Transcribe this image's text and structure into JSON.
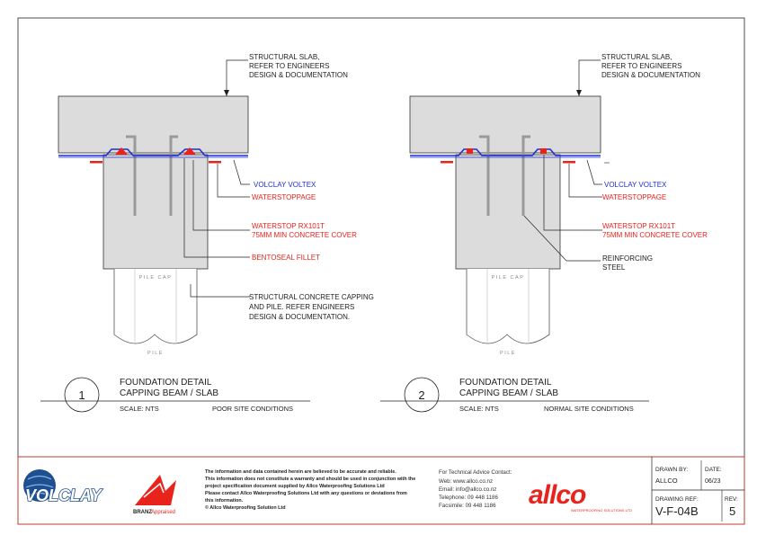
{
  "detail_left": {
    "number": "1",
    "title_line1": "FOUNDATION DETAIL",
    "title_line2": "CAPPING BEAM / SLAB",
    "scale": "SCALE: NTS",
    "condition": "POOR SITE CONDITIONS",
    "labels": {
      "slab_1": "STRUCTURAL SLAB,",
      "slab_2": "REFER TO ENGINEERS",
      "slab_3": "DESIGN & DOCUMENTATION",
      "voltex": "VOLCLAY VOLTEX",
      "waterstoppage": "WATERSTOPPAGE",
      "rx_1": "WATERSTOP RX101T",
      "rx_2": "75MM MIN CONCRETE COVER",
      "bentoseal": "BENTOSEAL FILLET",
      "cap_1": "STRUCTURAL CONCRETE CAPPING",
      "cap_2": "AND PILE. REFER ENGINEERS",
      "cap_3": "DESIGN & DOCUMENTATION.",
      "pile_cap": "PILE CAP",
      "pile": "PILE"
    }
  },
  "detail_right": {
    "number": "2",
    "title_line1": "FOUNDATION DETAIL",
    "title_line2": "CAPPING BEAM / SLAB",
    "scale": "SCALE: NTS",
    "condition": "NORMAL SITE CONDITIONS",
    "labels": {
      "slab_1": "STRUCTURAL SLAB,",
      "slab_2": "REFER TO ENGINEERS",
      "slab_3": "DESIGN & DOCUMENTATION",
      "voltex": "VOLCLAY VOLTEX",
      "waterstoppage": "WATERSTOPPAGE",
      "rx_1": "WATERSTOP RX101T",
      "rx_2": "75MM MIN CONCRETE COVER",
      "reinf_1": "REINFORCING",
      "reinf_2": "STEEL",
      "pile_cap": "PILE CAP",
      "pile": "PILE"
    }
  },
  "title_block": {
    "volclay_logo": "VOLCLAY",
    "branz_1": "BRANZ",
    "branz_2": "Appraised",
    "disclaimer_1": "The information and data contained herein are believed to be accurate and reliable.",
    "disclaimer_2": "This information does not constitute a warranty and should be used in conjunction with the",
    "disclaimer_3": "project specification document supplied by Allco Waterproofing Solutions Ltd",
    "disclaimer_4": "Please contact Allco Waterproofing Solutions Ltd with any questions or deviations from",
    "disclaimer_5": "this information.",
    "disclaimer_6": "© Allco Waterproofing Solution Ltd",
    "contact_heading": "For Technical Advice Contact:",
    "web": "Web: www.allco.co.nz",
    "email": "Email: info@allco.co.nz",
    "telephone": "Telephone: 09 448 1186",
    "facsimile": "Facsimile: 09 448 1186",
    "allco_logo": "allco",
    "allco_tagline": "WATERPROOFING SOLUTIONS LTD",
    "drawn_by_label": "DRAWN BY:",
    "drawn_by": "ALLCO",
    "date_label": "DATE:",
    "date": "06/23",
    "drawing_ref_label": "DRAWING REF:",
    "drawing_ref": "V-F-04B",
    "rev_label": "REV:",
    "rev": "5"
  },
  "colors": {
    "membrane_blue": "#1f2fd0",
    "annotation_red": "#e8231c",
    "concrete_grey": "#dcdcdc",
    "border_red": "#c0392b"
  }
}
